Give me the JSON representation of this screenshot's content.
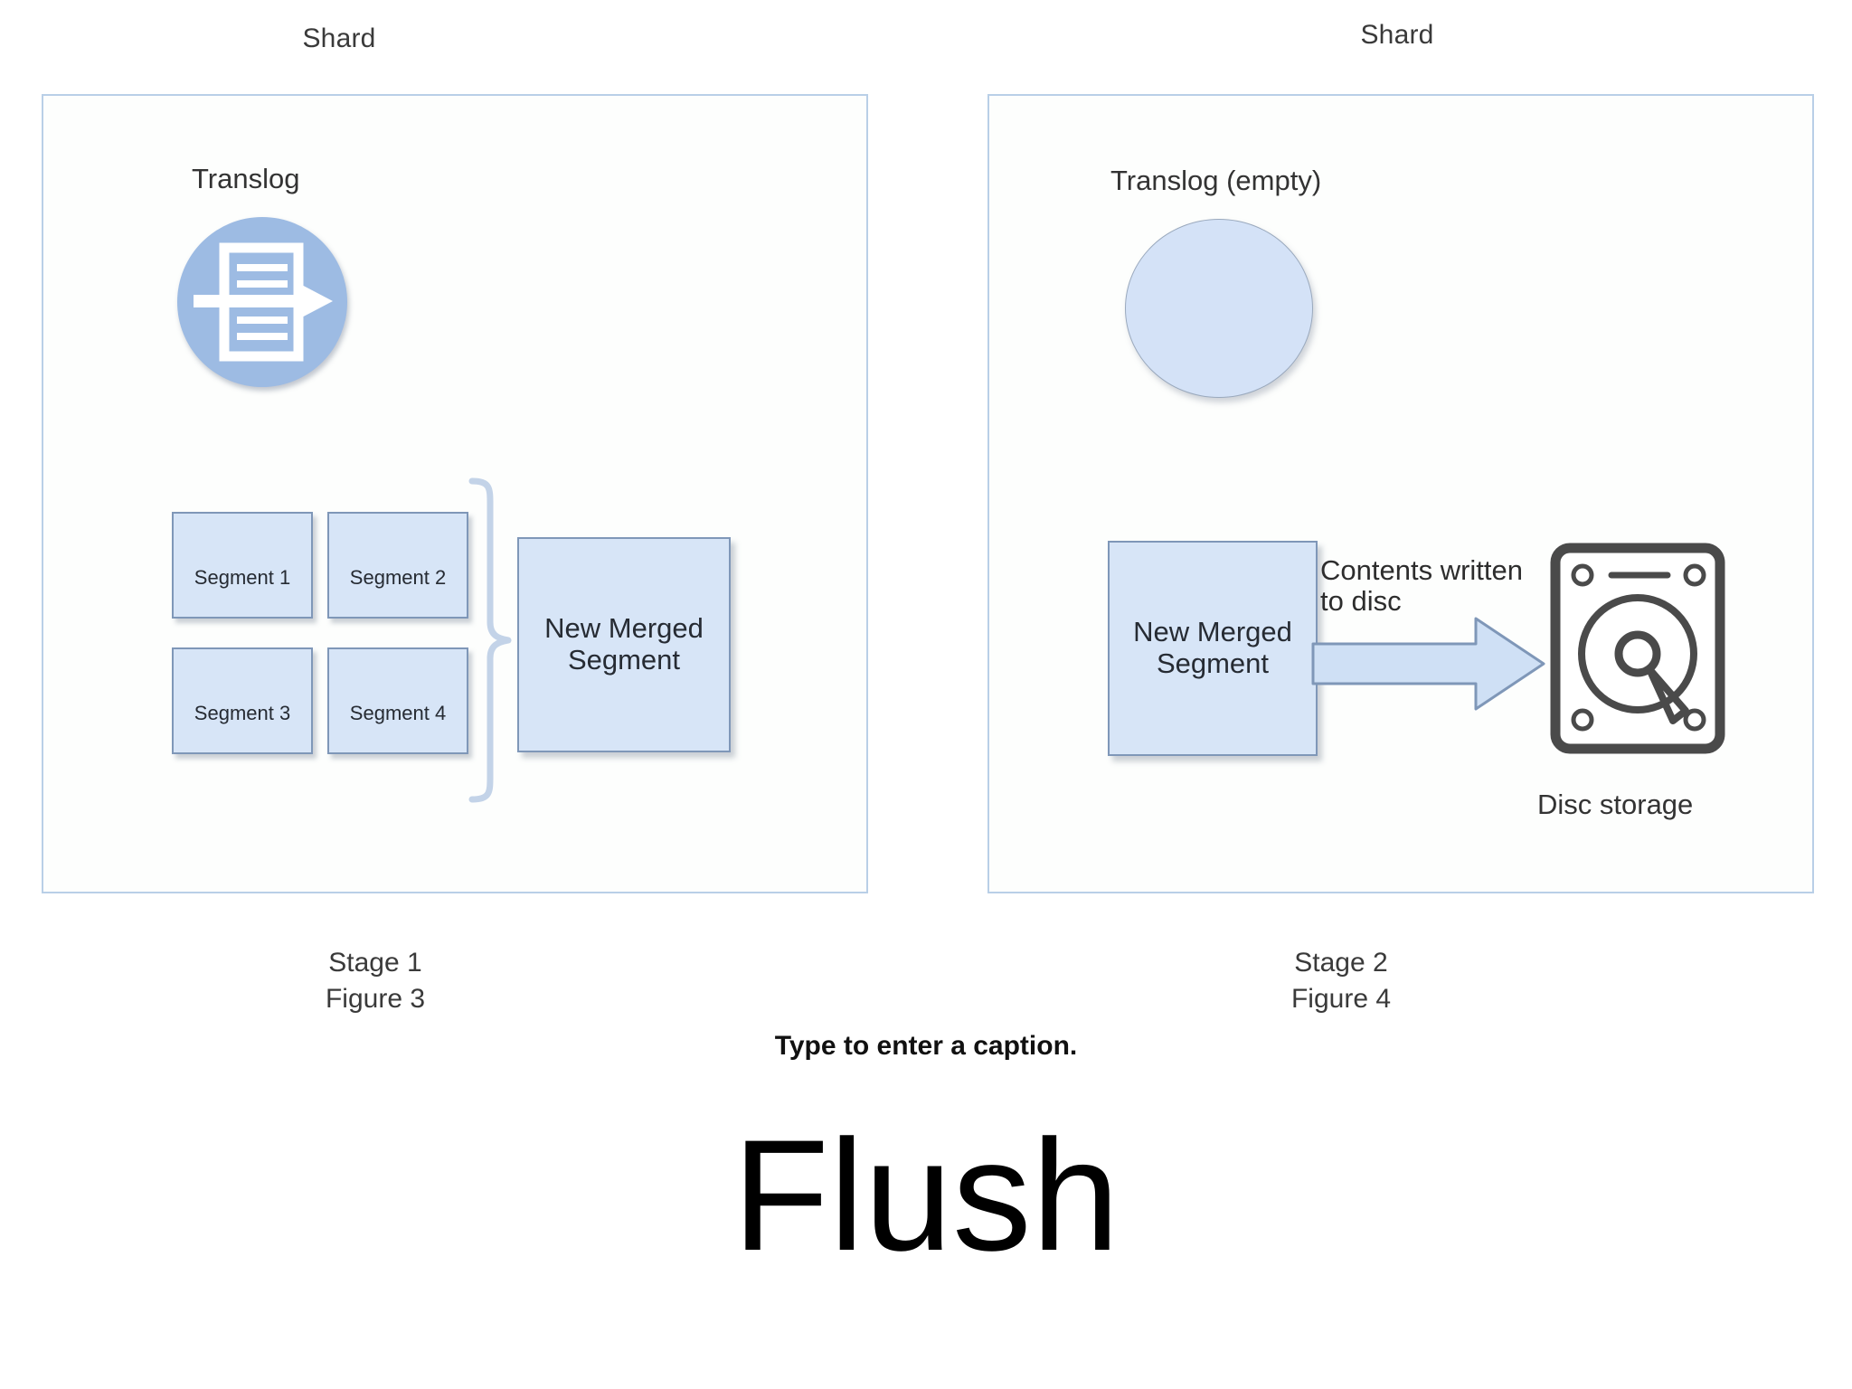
{
  "diagram": {
    "panels": [
      {
        "title": "Shard",
        "translog_label": "Translog",
        "translog_icon": "document-arrow-icon",
        "segments": [
          "Segment 1",
          "Segment 2",
          "Segment 3",
          "Segment 4"
        ],
        "merged_label": "New Merged\nSegment",
        "merged_line1": "New Merged",
        "merged_line2": "Segment",
        "stage": "Stage 1",
        "figure": "Figure 3"
      },
      {
        "title": "Shard",
        "translog_label": "Translog (empty)",
        "translog_icon": "empty-circle-icon",
        "merged_line1": "New Merged",
        "merged_line2": "Segment",
        "arrow_text_line1": "Contents written",
        "arrow_text_line2": "to disc",
        "arrow_icon": "block-arrow-right-icon",
        "disc_icon": "hard-disk-icon",
        "disc_label": "Disc storage",
        "stage": "Stage 2",
        "figure": "Figure 4"
      }
    ]
  },
  "caption": "Type to enter a caption.",
  "title": "Flush",
  "colors": {
    "panel_border": "#b9cfe7",
    "panel_bg": "#fdfefd",
    "box_fill": "#d7e5f7",
    "box_border": "#7f97b8",
    "translog_fill": "#9dbbe3",
    "translog_empty_fill": "#d4e2f7",
    "arrow_fill": "#cfe0f5",
    "arrow_stroke": "#7f97b8",
    "brace_stroke": "#c3d3e8",
    "disc_stroke": "#4a4a4a",
    "text": "#333333"
  }
}
